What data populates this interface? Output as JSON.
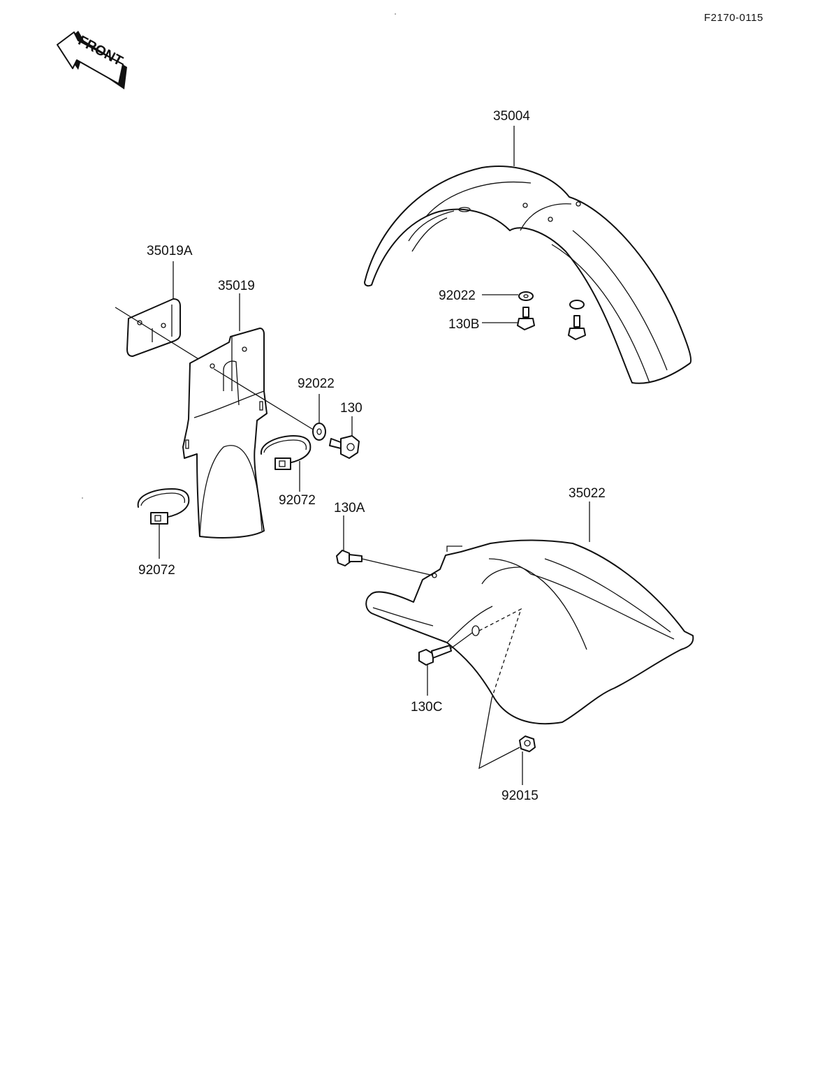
{
  "doc_code": "F2170-0115",
  "front_label": "FRONT",
  "labels": {
    "front_fender": "35004",
    "front_washer": "92022",
    "front_bolt": "130B",
    "plate_reflector": "35019A",
    "rear_flap": "35019",
    "flap_washer": "92022",
    "flap_bolt": "130",
    "clamp_upper": "92072",
    "clamp_lower": "92072",
    "rear_fender": "35022",
    "rear_bolt_a": "130A",
    "rear_bolt_c": "130C",
    "rear_nut": "92015"
  }
}
